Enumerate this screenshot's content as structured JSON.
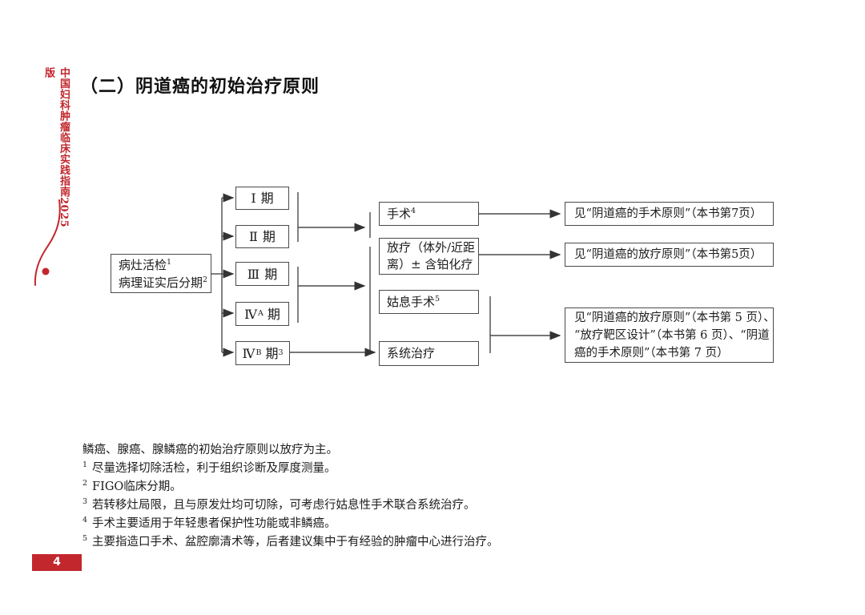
{
  "page": {
    "sidebar_text": "中国妇科肿瘤临床实践指南2025版",
    "title": "（二）阴道癌的初始治疗原则",
    "page_number": "4",
    "accent_color": "#c1272d"
  },
  "flowchart": {
    "start": {
      "line1": "病灶活检",
      "line1_sup": "1",
      "line2": "病理证实后分期",
      "line2_sup": "2"
    },
    "stages": [
      {
        "roman": "Ⅰ",
        "rest": "期"
      },
      {
        "roman": "Ⅱ",
        "rest": "期"
      },
      {
        "roman": "Ⅲ",
        "rest": "期"
      },
      {
        "roman": "Ⅳ",
        "sub": "A",
        "rest": "期"
      },
      {
        "roman": "Ⅳ",
        "sub": "B",
        "rest": "期",
        "sup": "3"
      }
    ],
    "treatments": {
      "surgery": {
        "text": "手术",
        "sup": "4"
      },
      "radiotherapy": {
        "line1": "放疗（体外/近距",
        "line2": "离）± 含铂化疗"
      },
      "palliative": {
        "text": "姑息手术",
        "sup": "5"
      },
      "systemic": {
        "text": "系统治疗"
      }
    },
    "references": {
      "surgery_ref": "见“阴道癌的手术原则”（本书第7页）",
      "radiotherapy_ref": "见“阴道癌的放疗原则”（本书第5页）",
      "combined_ref": {
        "line1": "见“阴道癌的放疗原则”（本书第 5 页）、",
        "line2": "“放疗靶区设计”（本书第 6 页）、“阴道",
        "line3": "癌的手术原则”（本书第 7 页）"
      }
    }
  },
  "notes": [
    {
      "sup": "",
      "text": "鳞癌、腺癌、腺鳞癌的初始治疗原则以放疗为主。"
    },
    {
      "sup": "1",
      "text": "尽量选择切除活检，利于组织诊断及厚度测量。"
    },
    {
      "sup": "2",
      "text": "FIGO临床分期。"
    },
    {
      "sup": "3",
      "text": "若转移灶局限，且与原发灶均可切除，可考虑行姑息性手术联合系统治疗。"
    },
    {
      "sup": "4",
      "text": "手术主要适用于年轻患者保护性功能或非鳞癌。"
    },
    {
      "sup": "5",
      "text": "主要指造口手术、盆腔廓清术等，后者建议集中于有经验的肿瘤中心进行治疗。"
    }
  ]
}
